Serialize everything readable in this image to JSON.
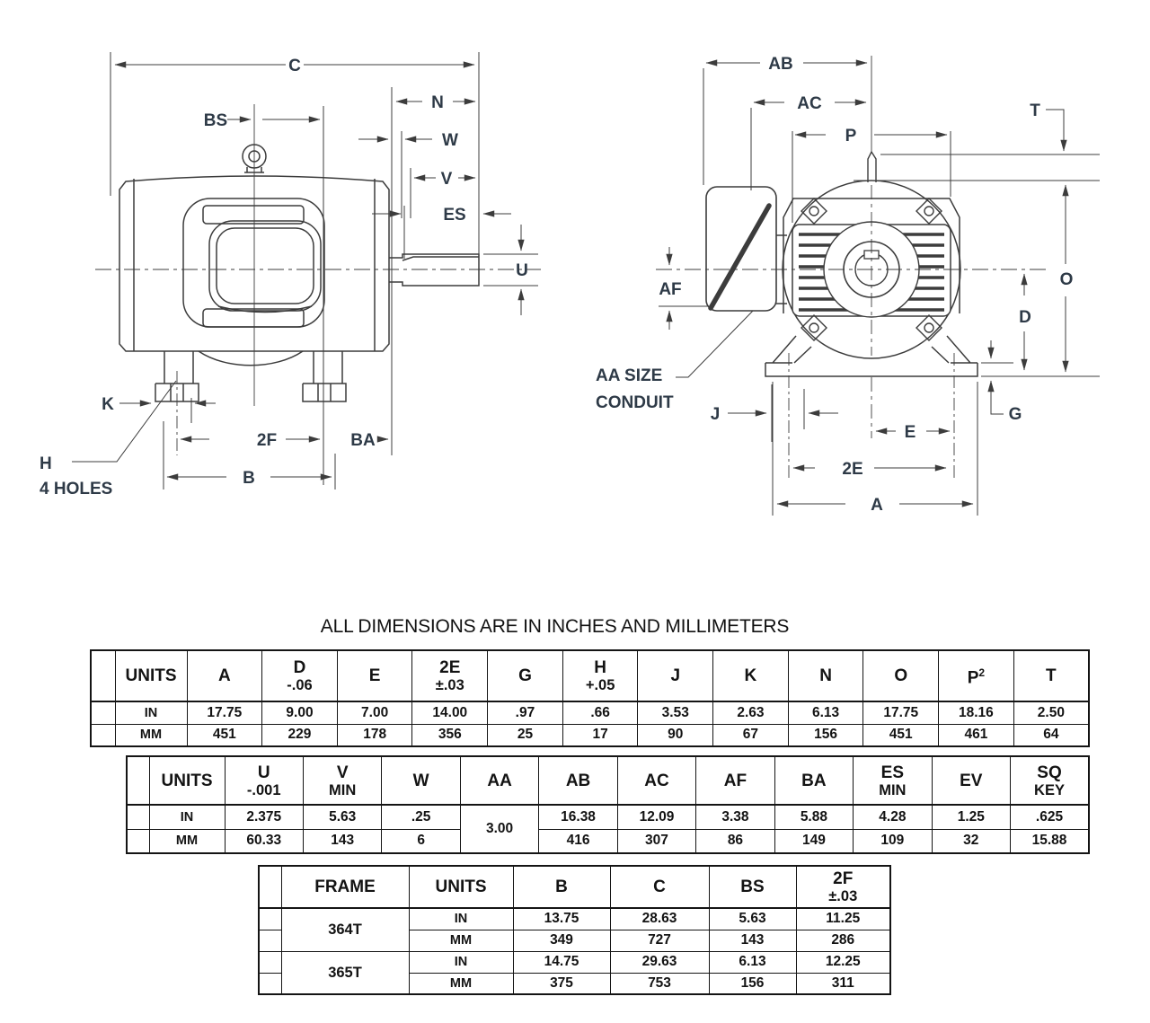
{
  "note": "ALL DIMENSIONS ARE IN INCHES AND MILLIMETERS",
  "colors": {
    "line": "#3c3c3c",
    "label_text": "#2e3a47",
    "table_border": "#141414"
  },
  "side_view": {
    "labels": {
      "c": "C",
      "bs": "BS",
      "n": "N",
      "w": "W",
      "v": "V",
      "es": "ES",
      "u": "U",
      "k": "K",
      "f2": "2F",
      "ba": "BA",
      "b": "B",
      "h": "H",
      "holes": "4 HOLES"
    }
  },
  "end_view": {
    "labels": {
      "ab": "AB",
      "ac": "AC",
      "p": "P",
      "t": "T",
      "af": "AF",
      "o": "O",
      "d": "D",
      "g": "G",
      "j": "J",
      "e": "E",
      "e2": "2E",
      "a": "A",
      "aa1": "AA SIZE",
      "aa2": "CONDUIT"
    }
  },
  "table1": {
    "units_label": "UNITS",
    "headers": [
      {
        "t": "A"
      },
      {
        "t": "D",
        "s": "-.06"
      },
      {
        "t": "E"
      },
      {
        "t": "2E",
        "s": "±.03"
      },
      {
        "t": "G"
      },
      {
        "t": "H",
        "s": "+.05"
      },
      {
        "t": "J"
      },
      {
        "t": "K"
      },
      {
        "t": "N"
      },
      {
        "t": "O"
      },
      {
        "t": "P",
        "sup": "2"
      },
      {
        "t": "T"
      }
    ],
    "rows": [
      {
        "unit": "IN",
        "v": [
          "17.75",
          "9.00",
          "7.00",
          "14.00",
          ".97",
          ".66",
          "3.53",
          "2.63",
          "6.13",
          "17.75",
          "18.16",
          "2.50"
        ]
      },
      {
        "unit": "MM",
        "v": [
          "451",
          "229",
          "178",
          "356",
          "25",
          "17",
          "90",
          "67",
          "156",
          "451",
          "461",
          "64"
        ]
      }
    ]
  },
  "table2": {
    "units_label": "UNITS",
    "headers": [
      {
        "t": "U",
        "s": "-.001"
      },
      {
        "t": "V",
        "s": "MIN"
      },
      {
        "t": "W"
      },
      {
        "t": "AA"
      },
      {
        "t": "AB"
      },
      {
        "t": "AC"
      },
      {
        "t": "AF"
      },
      {
        "t": "BA"
      },
      {
        "t": "ES",
        "s": "MIN"
      },
      {
        "t": "EV"
      },
      {
        "t": "SQ",
        "s": "KEY"
      }
    ],
    "aa_value": "3.00",
    "rows": [
      {
        "unit": "IN",
        "v": [
          "2.375",
          "5.63",
          ".25",
          "16.38",
          "12.09",
          "3.38",
          "5.88",
          "4.28",
          "1.25",
          ".625"
        ]
      },
      {
        "unit": "MM",
        "v": [
          "60.33",
          "143",
          "6",
          "416",
          "307",
          "86",
          "149",
          "109",
          "32",
          "15.88"
        ]
      }
    ]
  },
  "table3": {
    "frame_label": "FRAME",
    "units_label": "UNITS",
    "headers": [
      {
        "t": "B"
      },
      {
        "t": "C"
      },
      {
        "t": "BS"
      },
      {
        "t": "2F",
        "s": "±.03"
      }
    ],
    "groups": [
      {
        "frame": "364T",
        "rows": [
          {
            "unit": "IN",
            "v": [
              "13.75",
              "28.63",
              "5.63",
              "11.25"
            ]
          },
          {
            "unit": "MM",
            "v": [
              "349",
              "727",
              "143",
              "286"
            ]
          }
        ]
      },
      {
        "frame": "365T",
        "rows": [
          {
            "unit": "IN",
            "v": [
              "14.75",
              "29.63",
              "6.13",
              "12.25"
            ]
          },
          {
            "unit": "MM",
            "v": [
              "375",
              "753",
              "156",
              "311"
            ]
          }
        ]
      }
    ]
  }
}
